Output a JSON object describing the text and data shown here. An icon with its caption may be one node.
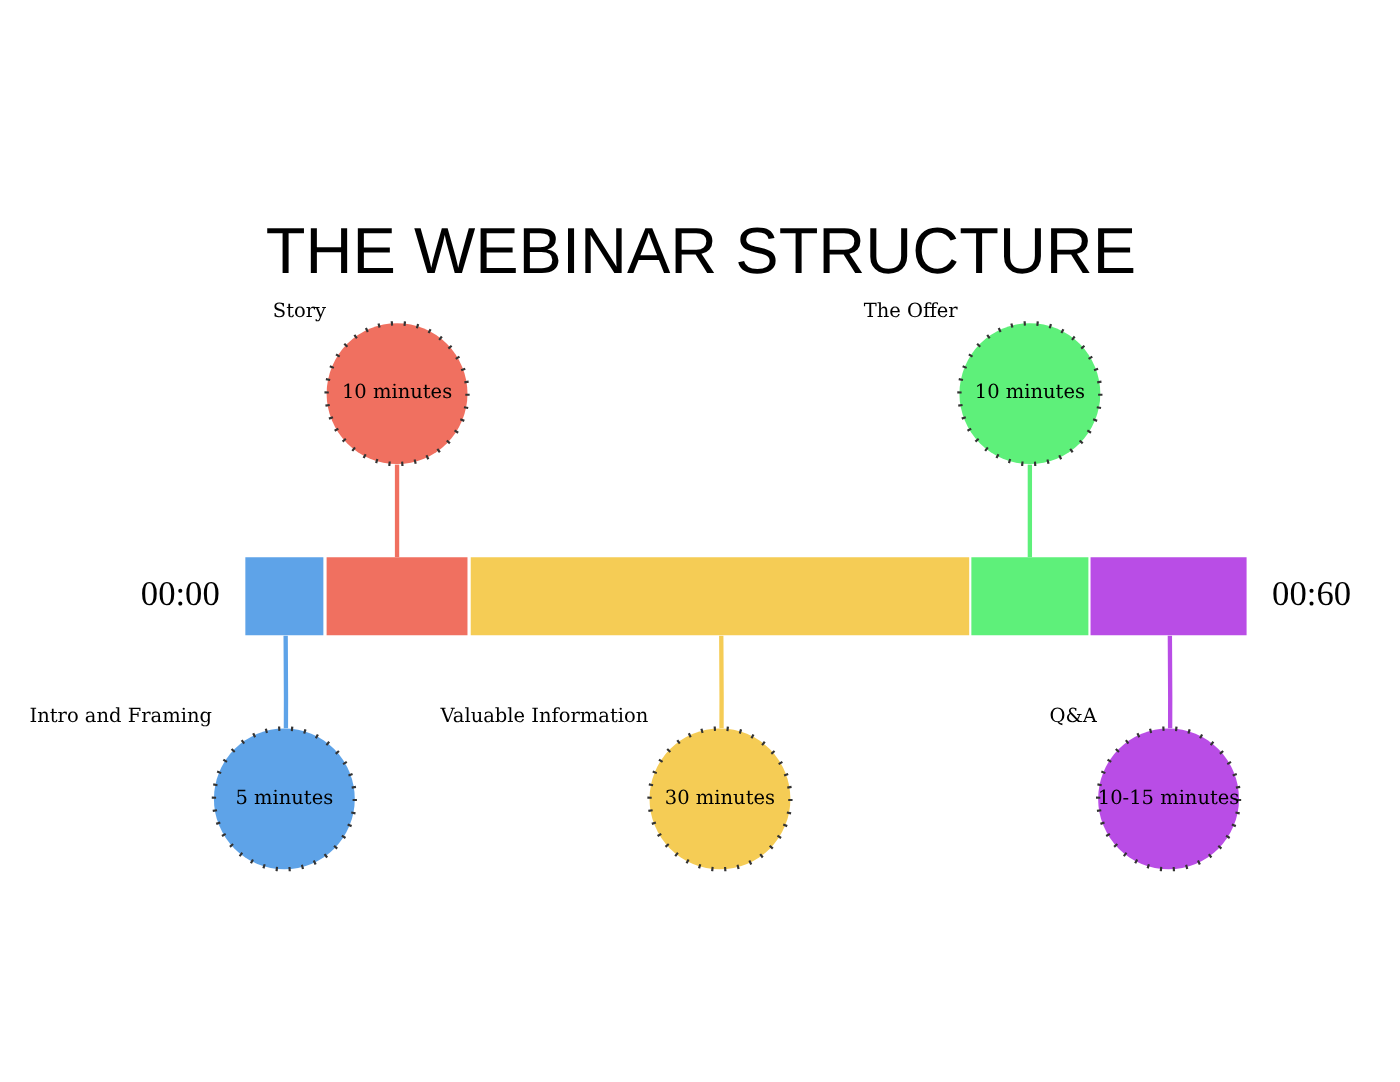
{
  "diagram": {
    "title": "THE WEBINAR STRUCTURE",
    "nodes": [
      {
        "text": [],
        "shape": "bar"
      },
      {
        "text": [],
        "shape": "bar"
      },
      {
        "text": [],
        "shape": "bar"
      },
      {
        "text": [],
        "shape": "bar"
      },
      {
        "text": [],
        "shape": "bar"
      },
      {
        "text": [
          "Story",
          "10 minutes"
        ]
      },
      {
        "text": [
          "The Offer",
          "10 minutes"
        ]
      },
      {
        "text": [
          "Intro and Framing",
          "5 minutes"
        ]
      },
      {
        "text": [
          "Valuable Information",
          "30 minutes"
        ]
      },
      {
        "text": [
          "Q&A",
          "10-15 minutes"
        ]
      }
    ],
    "edges": [
      {
        "from": 5,
        "to": 1,
        "arrow": "none",
        "color": "#f07060"
      },
      {
        "from": 6,
        "to": 3,
        "arrow": "none",
        "color": "#5ef07a"
      },
      {
        "from": 7,
        "to": 0,
        "arrow": "none",
        "color": "#5ea3e8"
      },
      {
        "from": 8,
        "to": 2,
        "arrow": "none",
        "color": "#f5cc55"
      },
      {
        "from": 9,
        "to": 4,
        "arrow": "none",
        "color": "#b94de6"
      }
    ],
    "labels": [
      "00:00",
      "00:60"
    ]
  }
}
